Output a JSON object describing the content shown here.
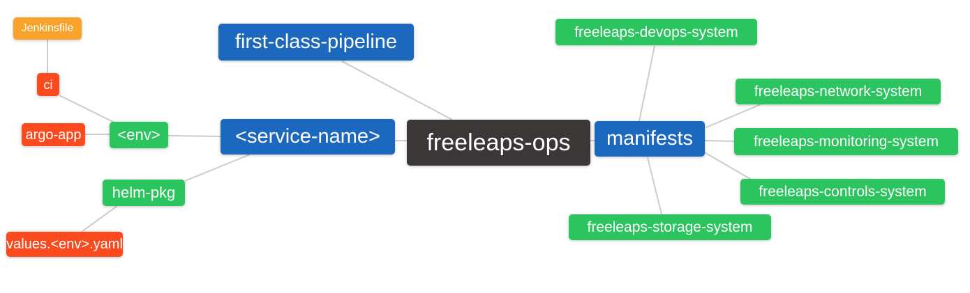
{
  "mindmap": {
    "colors": {
      "root_node": "#3B3737",
      "branch_node": "#1C68BE",
      "leaf_node": "#2BC45E",
      "file_node": "#FA4A1E",
      "jenkinsfile_node": "#F9A32B",
      "connector_line": "#CCCCCC",
      "node_text": "#FFFFFF",
      "background": "#FFFFFF"
    },
    "nodes": [
      {
        "id": "freeleaps-ops",
        "label": "freeleaps-ops"
      },
      {
        "id": "first-class-pipeline",
        "label": "first-class-pipeline"
      },
      {
        "id": "service-name",
        "label": "<service-name>"
      },
      {
        "id": "manifests",
        "label": "manifests"
      },
      {
        "id": "env",
        "label": "<env>"
      },
      {
        "id": "helm-pkg",
        "label": "helm-pkg"
      },
      {
        "id": "ci",
        "label": "ci"
      },
      {
        "id": "argo-app",
        "label": "argo-app"
      },
      {
        "id": "values-env-yaml",
        "label": "values.<env>.yaml"
      },
      {
        "id": "jenkinsfile",
        "label": "Jenkinsfile"
      },
      {
        "id": "freeleaps-devops-system",
        "label": "freeleaps-devops-system"
      },
      {
        "id": "freeleaps-network-system",
        "label": "freeleaps-network-system"
      },
      {
        "id": "freeleaps-monitoring-system",
        "label": "freeleaps-monitoring-system"
      },
      {
        "id": "freeleaps-controls-system",
        "label": "freeleaps-controls-system"
      },
      {
        "id": "freeleaps-storage-system",
        "label": "freeleaps-storage-system"
      }
    ],
    "edges": [
      {
        "from": "jenkinsfile",
        "to": "ci"
      },
      {
        "from": "ci",
        "to": "env"
      },
      {
        "from": "argo-app",
        "to": "env"
      },
      {
        "from": "env",
        "to": "service-name"
      },
      {
        "from": "helm-pkg",
        "to": "service-name"
      },
      {
        "from": "values-env-yaml",
        "to": "helm-pkg"
      },
      {
        "from": "first-class-pipeline",
        "to": "freeleaps-ops"
      },
      {
        "from": "service-name",
        "to": "freeleaps-ops"
      },
      {
        "from": "freeleaps-ops",
        "to": "manifests"
      },
      {
        "from": "manifests",
        "to": "freeleaps-devops-system"
      },
      {
        "from": "manifests",
        "to": "freeleaps-network-system"
      },
      {
        "from": "manifests",
        "to": "freeleaps-monitoring-system"
      },
      {
        "from": "manifests",
        "to": "freeleaps-controls-system"
      },
      {
        "from": "manifests",
        "to": "freeleaps-storage-system"
      }
    ]
  }
}
